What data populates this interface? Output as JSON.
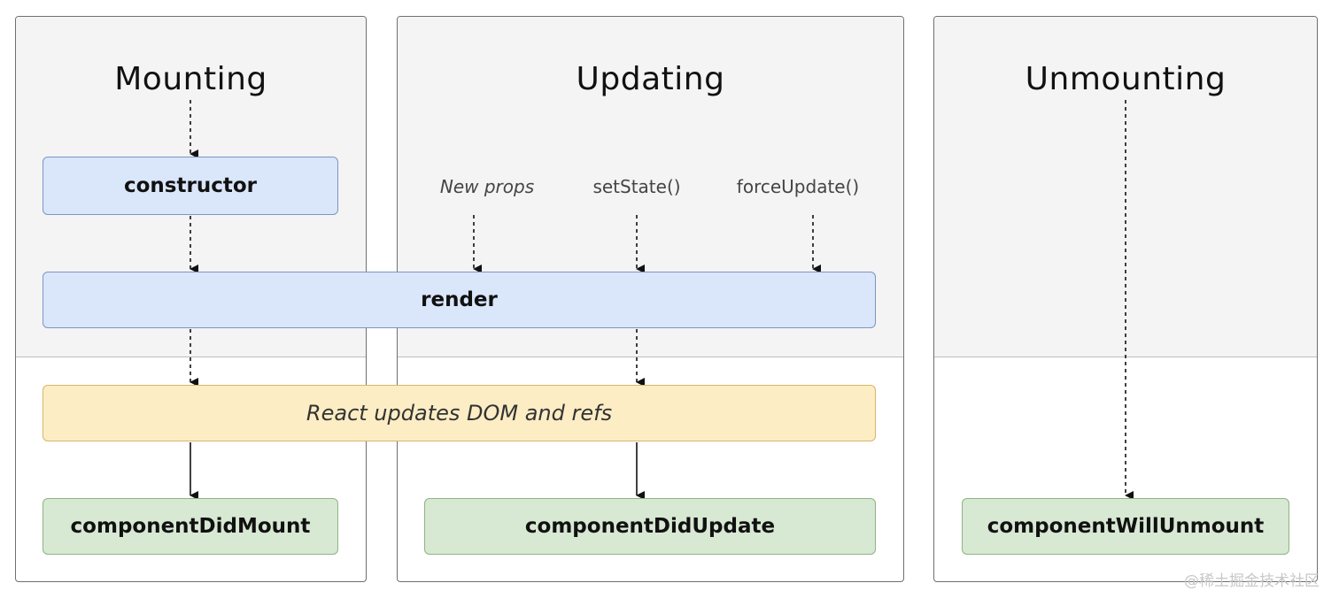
{
  "phases": {
    "mounting": {
      "title": "Mounting"
    },
    "updating": {
      "title": "Updating"
    },
    "unmounting": {
      "title": "Unmounting"
    }
  },
  "triggers": {
    "new_props": "New props",
    "set_state": "setState()",
    "force_update": "forceUpdate()"
  },
  "methods": {
    "constructor": "constructor",
    "render": "render",
    "dom_update": "React updates DOM and refs",
    "component_did_mount": "componentDidMount",
    "component_did_update": "componentDidUpdate",
    "component_will_unmount": "componentWillUnmount"
  },
  "watermark": "@稀土掘金技术社区"
}
